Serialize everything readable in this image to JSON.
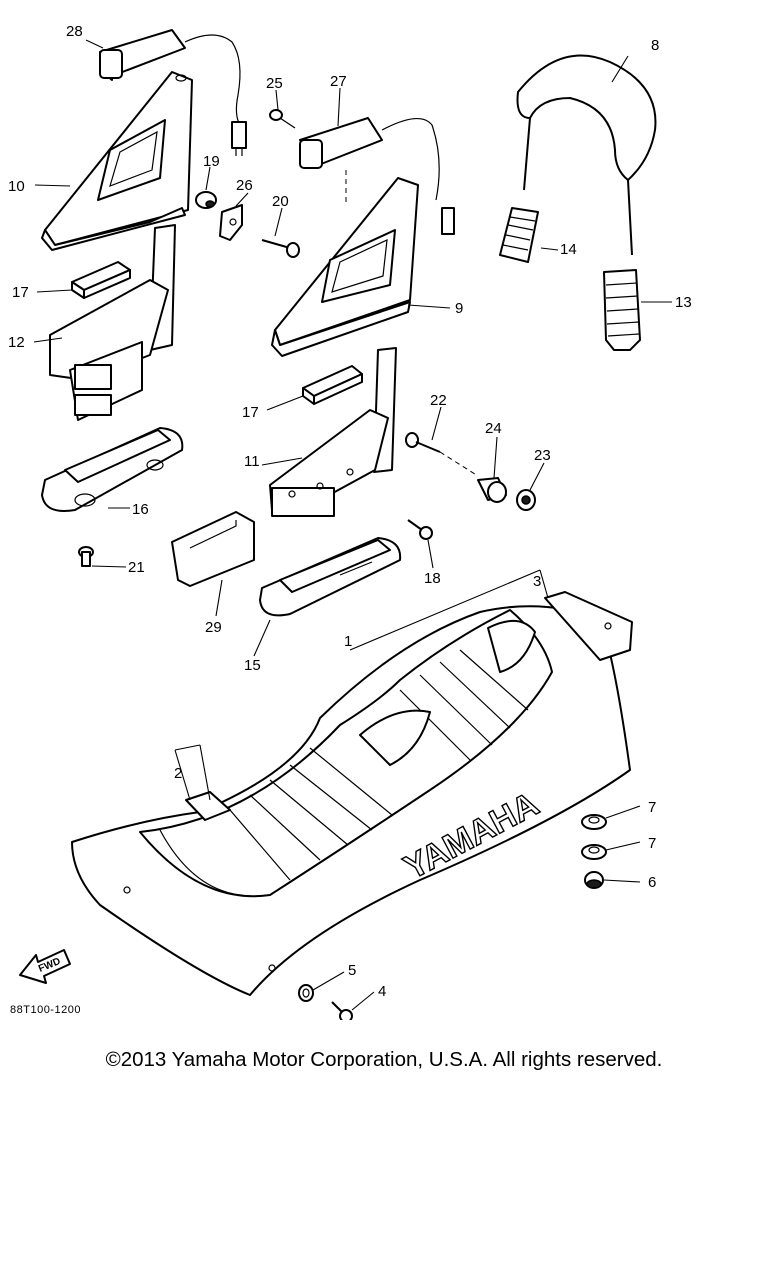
{
  "diagram": {
    "brand_text": "YAMAHA",
    "fwd_label": "FWD",
    "diagram_code": "88T100-1200",
    "callouts": {
      "c1": "1",
      "c2": "2",
      "c3": "3",
      "c4": "4",
      "c5": "5",
      "c6": "6",
      "c7a": "7",
      "c7b": "7",
      "c8": "8",
      "c9": "9",
      "c10": "10",
      "c11": "11",
      "c12": "12",
      "c13": "13",
      "c14": "14",
      "c15": "15",
      "c16": "16",
      "c17a": "17",
      "c17b": "17",
      "c18": "18",
      "c19": "19",
      "c20": "20",
      "c21": "21",
      "c22": "22",
      "c23": "23",
      "c24": "24",
      "c25": "25",
      "c26": "26",
      "c27": "27",
      "c28": "28",
      "c29": "29"
    }
  },
  "footer": {
    "copyright": "©2013 Yamaha Motor Corporation, U.S.A. All rights reserved."
  }
}
